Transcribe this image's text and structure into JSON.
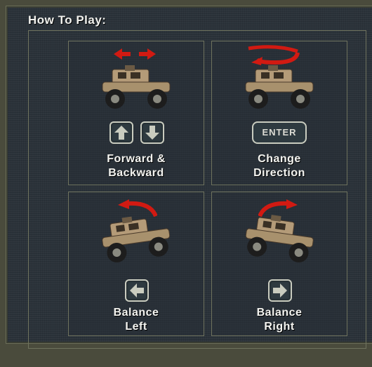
{
  "title": "How To Play:",
  "controls": [
    {
      "label_line1": "Forward &",
      "label_line2": "Backward",
      "keys": [
        "up-arrow-key",
        "down-arrow-key"
      ],
      "motion_icon": "left-right-arrows-icon"
    },
    {
      "label_line1": "Change",
      "label_line2": "Direction",
      "keys": [
        "ENTER"
      ],
      "motion_icon": "u-turn-arrow-icon"
    },
    {
      "label_line1": "Balance",
      "label_line2": "Left",
      "keys": [
        "left-arrow-key"
      ],
      "motion_icon": "tilt-left-arrow-icon"
    },
    {
      "label_line1": "Balance",
      "label_line2": "Right",
      "keys": [
        "right-arrow-key"
      ],
      "motion_icon": "tilt-right-arrow-icon"
    }
  ],
  "colors": {
    "background": "#2a3239",
    "accent_red": "#d11a12",
    "key_border": "#c9ccbf"
  }
}
